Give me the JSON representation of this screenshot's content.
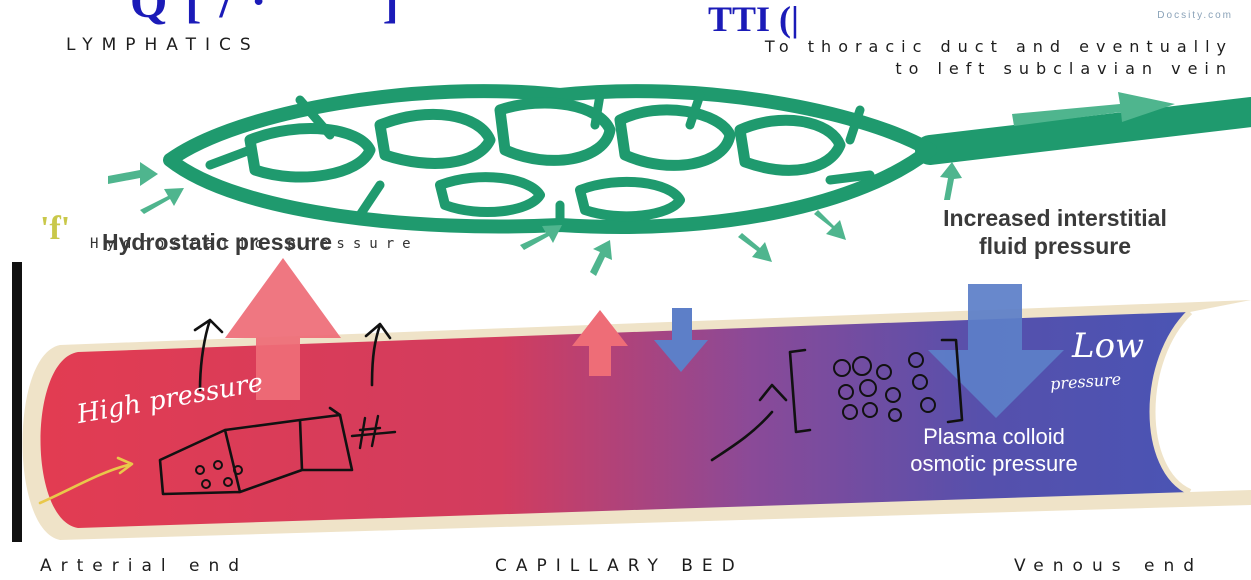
{
  "title": "LYMPHATICS",
  "route_note": [
    "To thoracic duct and eventually",
    "to left subclavian vein"
  ],
  "watermark": "Docsity.com",
  "top_marks": {
    "left": "Q[/·ˆ ’]",
    "right": "TTI (|"
  },
  "hydrostatic": {
    "label": "Hydrostatic pressure",
    "faint": "Hydrostatic pressure",
    "mark": "'f'"
  },
  "interstitial": [
    "Increased interstitial",
    "fluid pressure"
  ],
  "oncotic": [
    "Plasma colloid",
    "osmotic pressure"
  ],
  "handwritten": {
    "high": "High pressure",
    "low": "Low",
    "low_sub": "pressure"
  },
  "footer": {
    "arterial": "Arterial end",
    "bed": "CAPILLARY BED",
    "venous": "Venous end"
  },
  "colors": {
    "lymph": "#1f9a6e",
    "arterial": "#e23c52",
    "venous": "#4a54b4",
    "up_arrow": "#ee6d77",
    "down_arrow": "#5d7fc8"
  }
}
